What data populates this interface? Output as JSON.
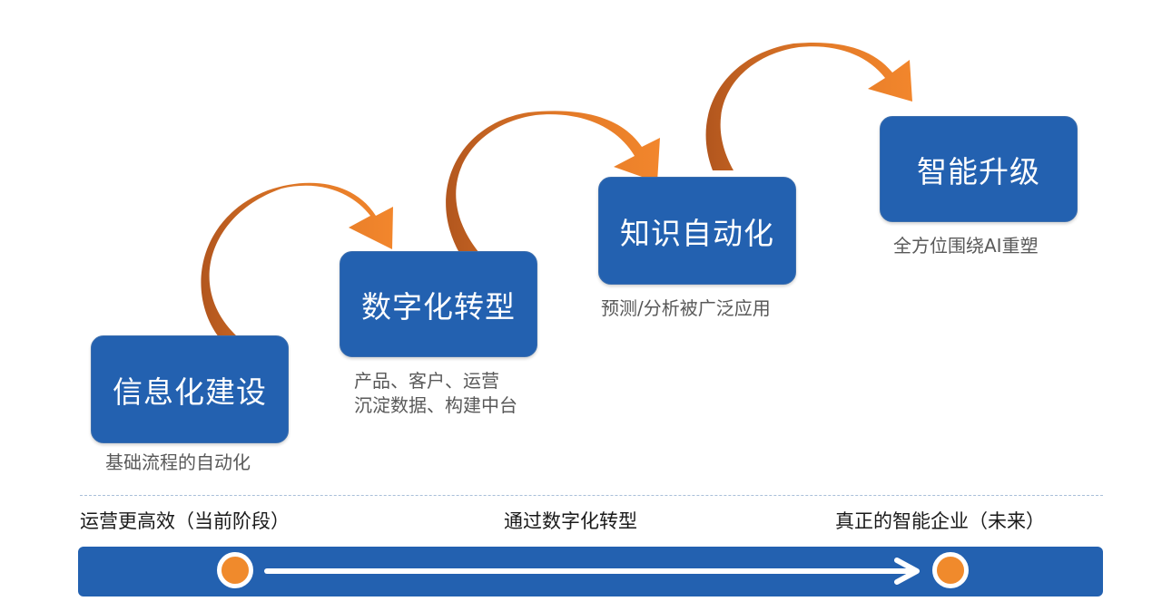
{
  "stages": [
    {
      "title": "信息化建设",
      "caption": [
        "基础流程的自动化"
      ]
    },
    {
      "title": "数字化转型",
      "caption": [
        "产品、客户、运营",
        "沉淀数据、构建中台"
      ]
    },
    {
      "title": "知识自动化",
      "caption": [
        "预测/分析被广泛应用"
      ]
    },
    {
      "title": "智能升级",
      "caption": [
        "全方位围绕AI重塑"
      ]
    }
  ],
  "timeline": {
    "start_label": "运营更高效（当前阶段）",
    "middle_label": "通过数字化转型",
    "end_label": "真正的智能企业（未来）"
  },
  "colors": {
    "box_fill": "#2361b0",
    "arrow_light": "#f2862c",
    "arrow_dark": "#b2561e",
    "marker": "#f08a2c"
  }
}
